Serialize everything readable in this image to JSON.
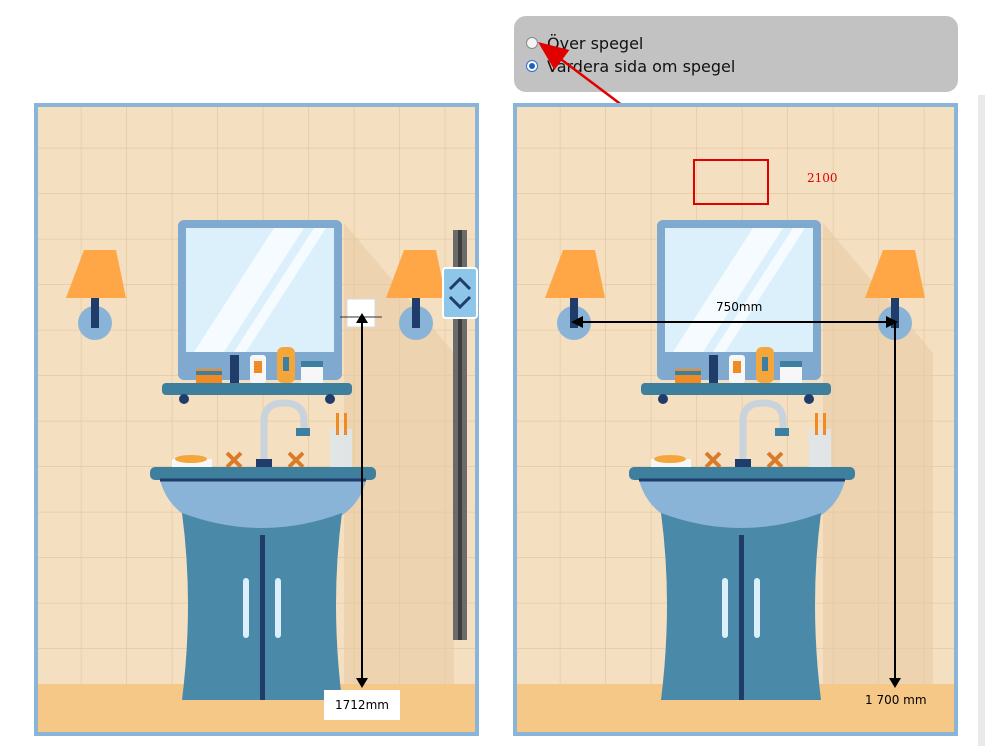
{
  "mount_options": {
    "options": [
      {
        "label": "Över spegel",
        "selected": false
      },
      {
        "label": "Vardera sida om spegel",
        "selected": true
      }
    ]
  },
  "left_view": {
    "height_label": "1712mm"
  },
  "right_view": {
    "top_value": "2100",
    "width_label": "750mm",
    "height_label": "1 700 mm"
  },
  "colors": {
    "tile": "#f4dfc1",
    "tile_grid": "#e6c9a3",
    "floor": "#f5c887",
    "frame": "#8ab4d8",
    "cabinet": "#4a8aa8",
    "basin": "#8ab3d8",
    "lamp_shade": "#ffa646",
    "annotation_red": "#e00000"
  }
}
